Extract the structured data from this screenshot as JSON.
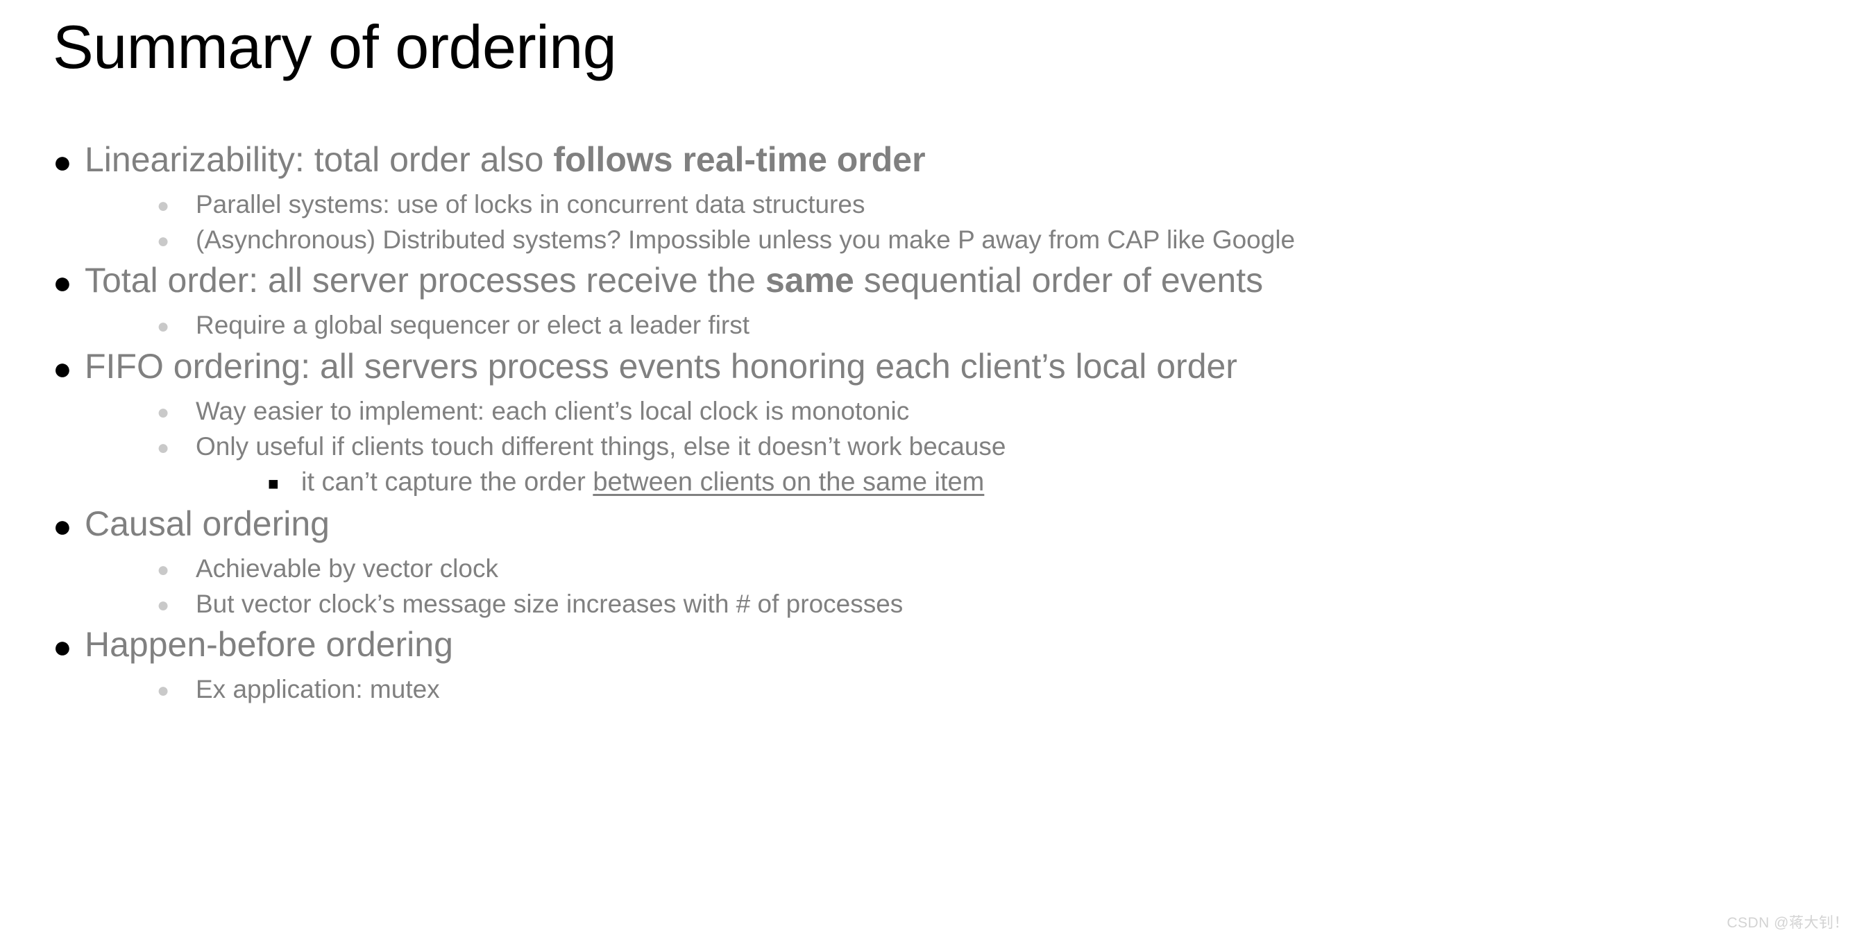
{
  "slide": {
    "title": "Summary of ordering",
    "colors": {
      "title_color": "#000000",
      "body_text_color": "#808080",
      "level1_bullet_color": "#000000",
      "level2_bullet_color": "#c9c9c9",
      "level3_bullet_color": "#000000",
      "background": "#ffffff",
      "watermark_color": "#d3d3d3"
    },
    "bullets": {
      "b1": {
        "text_a": "Linearizability: total order also ",
        "text_bold": "follows real-time order",
        "marker": "bullet-disc"
      },
      "b1s1": {
        "text": "Parallel systems: use of locks in concurrent data structures",
        "marker": "bullet-dot"
      },
      "b1s2": {
        "text": "(Asynchronous) Distributed systems? Impossible unless you make P away from CAP like Google",
        "marker": "bullet-dot"
      },
      "b2": {
        "text_a": "Total order: all server processes receive the ",
        "text_bold": "same",
        "text_b": " sequential order of events",
        "marker": "bullet-disc"
      },
      "b2s1": {
        "text": "Require a global sequencer or elect a leader first",
        "marker": "bullet-dot"
      },
      "b3": {
        "text": "FIFO ordering: all servers process events honoring each client’s local order",
        "marker": "bullet-disc"
      },
      "b3s1": {
        "text": "Way easier to implement: each client’s local clock is monotonic",
        "marker": "bullet-dot"
      },
      "b3s2": {
        "text": "Only useful if clients touch different things, else it doesn’t work because",
        "marker": "bullet-dot"
      },
      "b3s2a": {
        "text_a": "it can’t capture the order ",
        "text_underline": "between clients on the same item",
        "marker": "bullet-square"
      },
      "b4": {
        "text": "Causal ordering",
        "marker": "bullet-disc"
      },
      "b4s1": {
        "text": "Achievable by vector clock",
        "marker": "bullet-dot"
      },
      "b4s2": {
        "text": "But vector clock’s message size increases with # of processes",
        "marker": "bullet-dot"
      },
      "b5": {
        "text": "Happen-before ordering",
        "marker": "bullet-disc"
      },
      "b5s1": {
        "text": "Ex application: mutex",
        "marker": "bullet-dot"
      }
    },
    "markers": {
      "disc": "●",
      "dot": "●",
      "square": "■"
    },
    "watermark": "CSDN @蒋大钊！"
  }
}
